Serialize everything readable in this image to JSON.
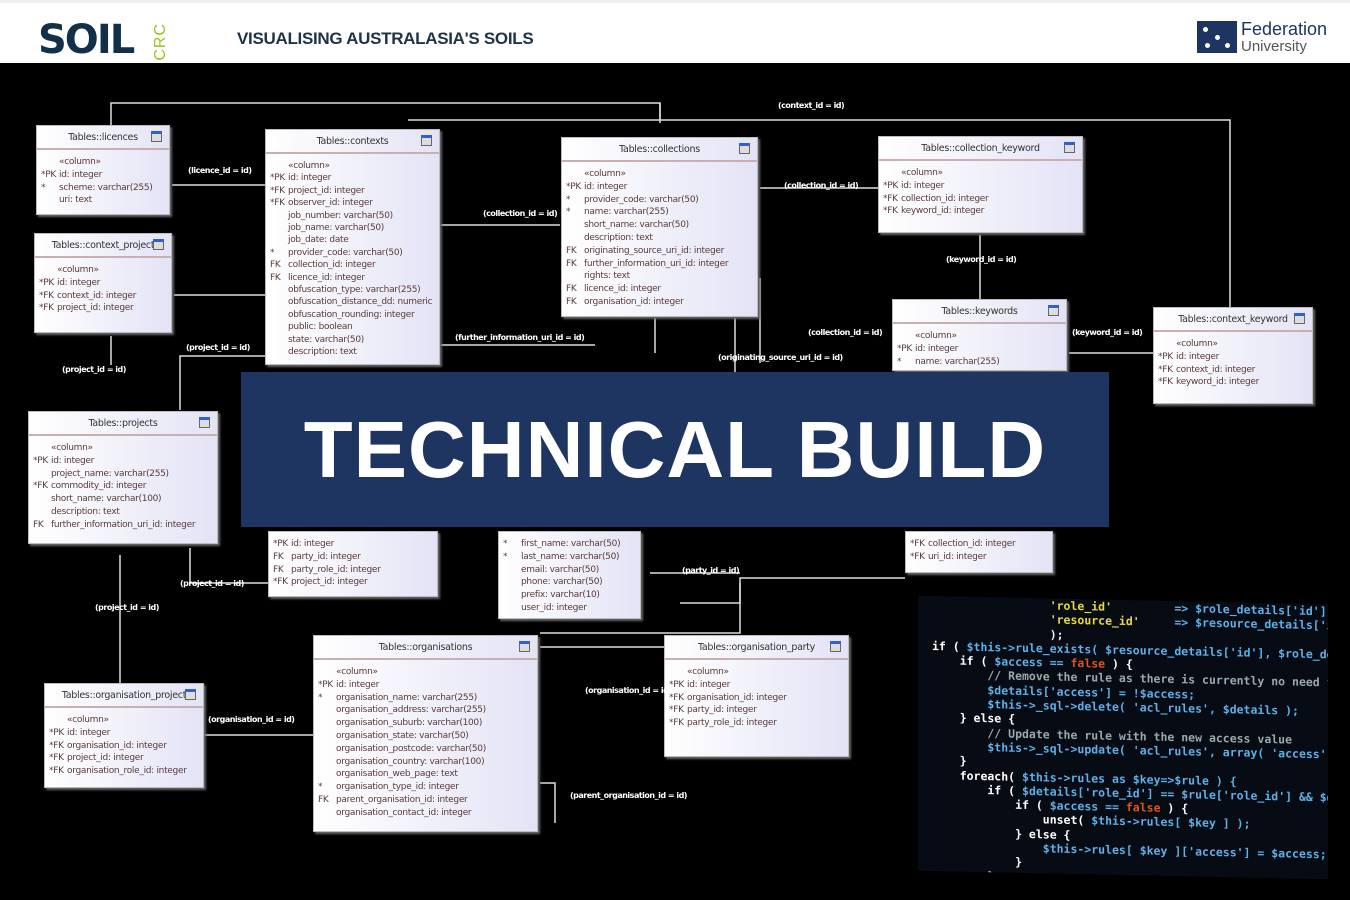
{
  "header": {
    "logo_main": "SOIL",
    "logo_sub": "CRC",
    "title": "VISUALISING AUSTRALASIA'S SOILS",
    "partner_name": "Federation",
    "partner_sub": "University"
  },
  "banner": {
    "title": "TECHNICAL BUILD"
  },
  "tables": [
    {
      "name": "Tables::licences",
      "rows": [
        [
          "",
          "«column»"
        ],
        [
          "*PK",
          "id: integer"
        ],
        [
          "*",
          "scheme: varchar(255)"
        ],
        [
          "",
          "uri: text"
        ]
      ]
    },
    {
      "name": "Tables::context_project",
      "rows": [
        [
          "",
          "«column»"
        ],
        [
          "*PK",
          "id: integer"
        ],
        [
          "*FK",
          "context_id: integer"
        ],
        [
          "*FK",
          "project_id: integer"
        ]
      ]
    },
    {
      "name": "Tables::contexts",
      "rows": [
        [
          "",
          "«column»"
        ],
        [
          "*PK",
          "id: integer"
        ],
        [
          "*FK",
          "project_id: integer"
        ],
        [
          "*FK",
          "observer_id: integer"
        ],
        [
          "",
          "job_number: varchar(50)"
        ],
        [
          "",
          "job_name: varchar(50)"
        ],
        [
          "",
          "job_date: date"
        ],
        [
          "*",
          "provider_code: varchar(50)"
        ],
        [
          "FK",
          "collection_id: integer"
        ],
        [
          "FK",
          "licence_id: integer"
        ],
        [
          "",
          "obfuscation_type: varchar(255)"
        ],
        [
          "",
          "obfuscation_distance_dd: numeric"
        ],
        [
          "",
          "obfuscation_rounding: integer"
        ],
        [
          "",
          "public: boolean"
        ],
        [
          "",
          "state: varchar(50)"
        ],
        [
          "",
          "description: text"
        ]
      ]
    },
    {
      "name": "Tables::collections",
      "rows": [
        [
          "",
          "«column»"
        ],
        [
          "*PK",
          "id: integer"
        ],
        [
          "*",
          "provider_code: varchar(50)"
        ],
        [
          "*",
          "name: varchar(255)"
        ],
        [
          "",
          "short_name: varchar(50)"
        ],
        [
          "",
          "description: text"
        ],
        [
          "FK",
          "originating_source_uri_id: integer"
        ],
        [
          "FK",
          "further_information_uri_id: integer"
        ],
        [
          "",
          "rights: text"
        ],
        [
          "FK",
          "licence_id: integer"
        ],
        [
          "FK",
          "organisation_id: integer"
        ]
      ]
    },
    {
      "name": "Tables::collection_keyword",
      "rows": [
        [
          "",
          "«column»"
        ],
        [
          "*PK",
          "id: integer"
        ],
        [
          "*FK",
          "collection_id: integer"
        ],
        [
          "*FK",
          "keyword_id: integer"
        ]
      ]
    },
    {
      "name": "Tables::keywords",
      "rows": [
        [
          "",
          "«column»"
        ],
        [
          "*PK",
          "id: integer"
        ],
        [
          "*",
          "name: varchar(255)"
        ]
      ]
    },
    {
      "name": "Tables::context_keyword",
      "rows": [
        [
          "",
          "«column»"
        ],
        [
          "*PK",
          "id: integer"
        ],
        [
          "*FK",
          "context_id: integer"
        ],
        [
          "*FK",
          "keyword_id: integer"
        ]
      ]
    },
    {
      "name": "Tables::projects",
      "rows": [
        [
          "",
          "«column»"
        ],
        [
          "*PK",
          "id: integer"
        ],
        [
          "",
          "project_name: varchar(255)"
        ],
        [
          "*FK",
          "commodity_id: integer"
        ],
        [
          "",
          "short_name: varchar(100)"
        ],
        [
          "",
          "description: text"
        ],
        [
          "FK",
          "further_information_uri_id: integer"
        ]
      ]
    },
    {
      "name": "",
      "rows": [
        [
          "*PK",
          "id: integer"
        ],
        [
          "FK",
          "party_id: integer"
        ],
        [
          "FK",
          "party_role_id: integer"
        ],
        [
          "*FK",
          "project_id: integer"
        ]
      ]
    },
    {
      "name": "",
      "rows": [
        [
          "*",
          "first_name: varchar(50)"
        ],
        [
          "*",
          "last_name: varchar(50)"
        ],
        [
          "",
          "email: varchar(50)"
        ],
        [
          "",
          "phone: varchar(50)"
        ],
        [
          "",
          "prefix: varchar(10)"
        ],
        [
          "",
          "user_id: integer"
        ]
      ]
    },
    {
      "name": "",
      "rows": [
        [
          "*FK",
          "collection_id: integer"
        ],
        [
          "*FK",
          "uri_id: integer"
        ]
      ]
    },
    {
      "name": "Tables::organisation_project",
      "rows": [
        [
          "",
          "«column»"
        ],
        [
          "*PK",
          "id: integer"
        ],
        [
          "*FK",
          "organisation_id: integer"
        ],
        [
          "*FK",
          "project_id: integer"
        ],
        [
          "*FK",
          "organisation_role_id: integer"
        ]
      ]
    },
    {
      "name": "Tables::organisations",
      "rows": [
        [
          "",
          "«column»"
        ],
        [
          "*PK",
          "id: integer"
        ],
        [
          "*",
          "organisation_name: varchar(255)"
        ],
        [
          "",
          "organisation_address: varchar(255)"
        ],
        [
          "",
          "organisation_suburb: varchar(100)"
        ],
        [
          "",
          "organisation_state: varchar(50)"
        ],
        [
          "",
          "organisation_postcode: varchar(50)"
        ],
        [
          "",
          "organisation_country: varchar(100)"
        ],
        [
          "",
          "organisation_web_page: text"
        ],
        [
          "*",
          "organisation_type_id: integer"
        ],
        [
          "FK",
          "parent_organisation_id: integer"
        ],
        [
          "",
          "organisation_contact_id: integer"
        ]
      ]
    },
    {
      "name": "Tables::organisation_party",
      "rows": [
        [
          "",
          "«column»"
        ],
        [
          "*PK",
          "id: integer"
        ],
        [
          "*FK",
          "organisation_id: integer"
        ],
        [
          "*FK",
          "party_id: integer"
        ],
        [
          "*FK",
          "party_role_id: integer"
        ]
      ]
    }
  ],
  "connector_labels": [
    "(context_id = id)",
    "(licence_id = id)",
    "(collection_id = id)",
    "(collection_id = id)",
    "(keyword_id = id)",
    "(keyword_id = id)",
    "(project_id = id)",
    "(project_id = id)",
    "(project_id = id)",
    "(project_id = id)",
    "(further_information_uri_id = id)",
    "(originating_source_uri_id = id)",
    "(collection_id = id)",
    "(party_id = id)",
    "(organisation_id = id)",
    "(organisation_id = id)",
    "(parent_organisation_id = id)"
  ],
  "code_lines": [
    [
      [
        "                 'role_id'         ",
        "#e8d84a"
      ],
      [
        "=> $role_details['id'],",
        "#5fb0e8"
      ]
    ],
    [
      [
        "                 'resource_id'     ",
        "#e8d84a"
      ],
      [
        "=> $resource_details['id'],",
        "#5fb0e8"
      ]
    ],
    [
      [
        "                 );",
        "#eee"
      ]
    ],
    [
      [
        "if ( ",
        "#fff"
      ],
      [
        "$this->rule_exists( $resource_details['id'], $role_details['id",
        "#5fb0e8"
      ]
    ],
    [
      [
        "    if ( ",
        "#fff"
      ],
      [
        "$access == ",
        "#5fb0e8"
      ],
      [
        "false",
        "#e0541e"
      ],
      [
        " ) {",
        "#fff"
      ]
    ],
    [
      [
        "        // Remove the rule as there is currently no need for it",
        "#9aa"
      ]
    ],
    [
      [
        "        $details['access'] = !$access;",
        "#5fb0e8"
      ]
    ],
    [
      [
        "        $this->_sql->delete( 'acl_rules', $details );",
        "#5fb0e8"
      ]
    ],
    [
      [
        "    } else {",
        "#fff"
      ]
    ],
    [
      [
        "        // Update the rule with the new access value",
        "#9aa"
      ]
    ],
    [
      [
        "        $this->_sql->update( 'acl_rules', array( 'access' => $acce",
        "#5fb0e8"
      ]
    ],
    [
      [
        "    }",
        "#fff"
      ]
    ],
    [
      [
        "    foreach( ",
        "#fff"
      ],
      [
        "$this->rules as $key=>$rule ) {",
        "#5fb0e8"
      ]
    ],
    [
      [
        "        if ( ",
        "#fff"
      ],
      [
        "$details['role_id'] == $rule['role_id'] && $details['r",
        "#5fb0e8"
      ]
    ],
    [
      [
        "            if ( ",
        "#fff"
      ],
      [
        "$access == ",
        "#5fb0e8"
      ],
      [
        "false",
        "#e0541e"
      ],
      [
        " ) {",
        "#fff"
      ]
    ],
    [
      [
        "                unset( ",
        "#fff"
      ],
      [
        "$this->rules[ $key ] );",
        "#5fb0e8"
      ]
    ],
    [
      [
        "            } else {",
        "#fff"
      ]
    ],
    [
      [
        "                $this->rules[ $key ]['access'] = $access;",
        "#5fb0e8"
      ]
    ],
    [
      [
        "            }",
        "#fff"
      ]
    ],
    [
      [
        "        }",
        "#fff"
      ]
    ]
  ]
}
